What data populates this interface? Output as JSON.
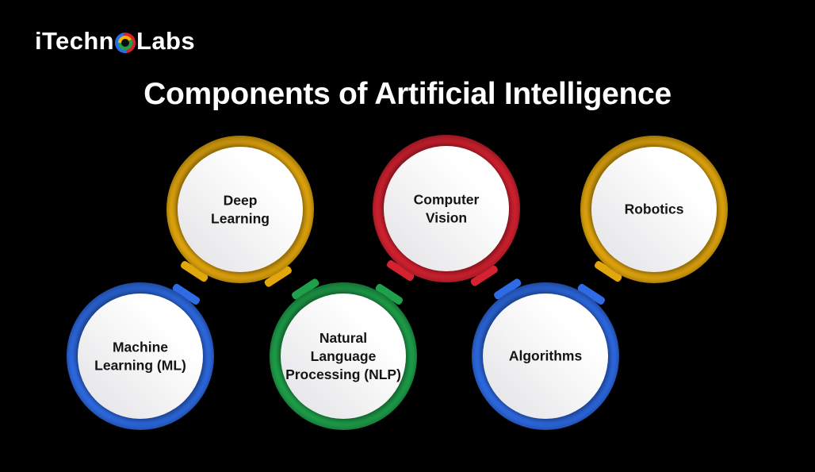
{
  "colors": {
    "background": "#000000",
    "yellow": "#E3A70E",
    "red": "#D52231",
    "blue": "#2E6BE4",
    "green": "#1FA14B",
    "title_text": "#FFFFFF",
    "label_text": "#141414"
  },
  "logo": {
    "text_prefix": "iTechn",
    "text_suffix": "Labs",
    "icon": "multicolor-swirl-o"
  },
  "header": {
    "title": "Components of Artificial Intelligence"
  },
  "nodes": [
    {
      "id": "deep-learning",
      "label": "Deep Learning",
      "lines": [
        "Deep",
        "Learning"
      ],
      "color": "yellow",
      "row": "top"
    },
    {
      "id": "computer-vision",
      "label": "Computer Vision",
      "lines": [
        "Computer",
        "Vision"
      ],
      "color": "red",
      "row": "top"
    },
    {
      "id": "robotics",
      "label": "Robotics",
      "lines": [
        "Robotics"
      ],
      "color": "yellow",
      "row": "top"
    },
    {
      "id": "machine-learning",
      "label": "Machine Learning (ML)",
      "lines": [
        "Machine",
        "Learning (ML)"
      ],
      "color": "blue",
      "row": "bottom"
    },
    {
      "id": "nlp",
      "label": "Natural Language Processing (NLP)",
      "lines": [
        "Natural",
        "Language",
        "Processing (NLP)"
      ],
      "color": "green",
      "row": "bottom"
    },
    {
      "id": "algorithms",
      "label": "Algorithms",
      "lines": [
        "Algorithms"
      ],
      "color": "blue",
      "row": "bottom"
    }
  ]
}
